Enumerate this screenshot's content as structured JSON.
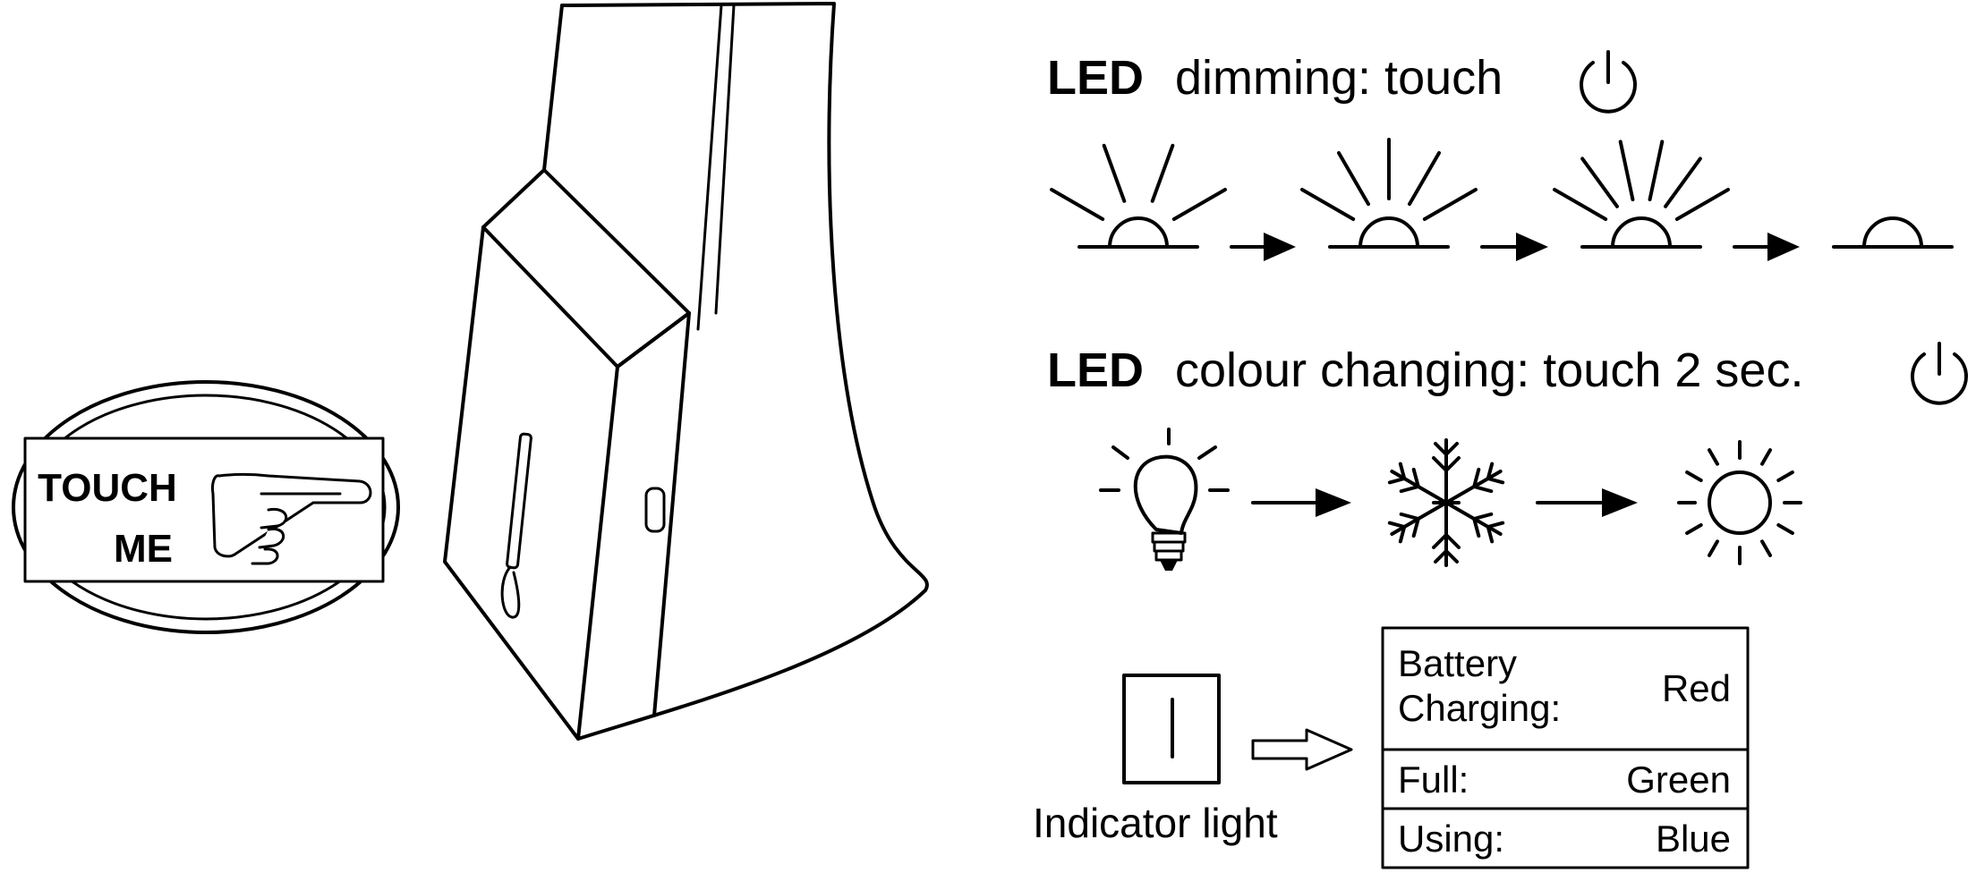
{
  "touch_badge": {
    "line1": "TOUCH",
    "line2": "ME"
  },
  "dimming": {
    "heading_led": "LED",
    "heading_rest": "dimming: touch",
    "icon": "power-icon",
    "steps": [
      {
        "icon": "light-rays-low-icon"
      },
      {
        "icon": "light-rays-medium-icon"
      },
      {
        "icon": "light-rays-high-icon"
      },
      {
        "icon": "light-off-icon"
      }
    ]
  },
  "colour": {
    "heading_led": "LED",
    "heading_rest": "colour changing: touch 2 sec.",
    "icon": "power-icon",
    "steps": [
      {
        "icon": "warm-bulb-icon"
      },
      {
        "icon": "cool-snowflake-icon"
      },
      {
        "icon": "daylight-sun-icon"
      }
    ]
  },
  "indicator": {
    "label": "Indicator light",
    "icon": "indicator-switch-icon"
  },
  "status_table": {
    "rows": [
      {
        "state": "Battery Charging:",
        "state_line1": "Battery",
        "state_line2": "Charging:",
        "color": "Red"
      },
      {
        "state": "Full:",
        "color": "Green"
      },
      {
        "state": "Using:",
        "color": "Blue"
      }
    ]
  }
}
